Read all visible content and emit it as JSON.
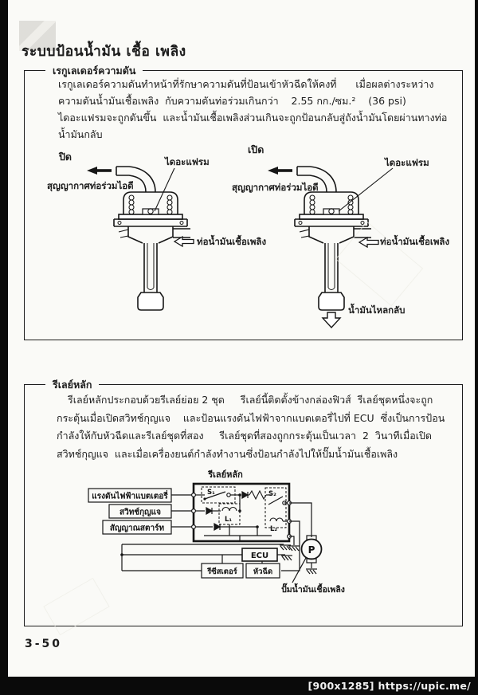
{
  "page": {
    "title": "ระบบป้อนน้ำมัน เชื้อ เพลิง",
    "page_number": "3-50",
    "watermark": "[900x1285] https://upic.me/"
  },
  "colors": {
    "paper": "#fafaf7",
    "ink": "#1c1c1c",
    "bar": "#0a0a0a"
  },
  "regulator_section": {
    "heading": "เรกูเลเดอร์ความดัน",
    "paragraph_lines": [
      "เรกูเลเดอร์ความดันทำหน้าที่รักษาความดันที่ป้อนเข้าหัวฉีดให้คงที่      เมื่อผลต่างระหว่าง",
      "ความดันน้ำมันเชื้อเพลิง  กับความดันท่อร่วมเกินกว่า    2.55 กก./ซม.²    (36 psi)",
      "ไดอะแฟรมจะถูกดันขึ้น  และน้ำมันเชื้อเพลิงส่วนเกินจะถูกป้อนกลับสู่ถังน้ำมันโดยผ่านทางท่อ",
      "น้ำมันกลับ"
    ],
    "label_closed": "ปิด",
    "label_open": "เปิด",
    "diagram": {
      "diaphragm": "ไดอะแฟรม",
      "vacuum": "สุญญากาศท่อร่วมไอดี",
      "fuel_pipe": "ท่อน้ำมันเชื้อเพลิง",
      "fuel_return": "น้ำมันไหลกลับ"
    }
  },
  "relay_section": {
    "heading": "รีเลย์หลัก",
    "paragraph_lines": [
      "รีเลย์หลักประกอบด้วยรีเลย์ย่อย 2 ชุด     รีเลย์นี้ติดตั้งข้างกล่องฟิวส์  รีเลย์ชุดหนึ่งจะถูก",
      "กระตุ้นเมื่อเปิดสวิทช์กุญแจ    และป้อนแรงดันไฟฟ้าจากแบตเตอรี่ไปที่ ECU  ซึ่งเป็นการป้อน",
      "กำลังให้กับหัวฉีดและรีเลย์ชุดที่สอง     รีเลย์ชุดที่สองถูกกระตุ้นเป็นเวลา  2  วินาทีเมื่อเปิด",
      "สวิทช์กุญแจ  และเมื่อเครื่องยนต์กำลังทำงานซึ่งป้อนกำลังไปให้ปั๊มน้ำมันเชื้อเพลิง"
    ],
    "circuit": {
      "title": "รีเลย์หลัก",
      "inputs": [
        "แรงดันไฟฟ้าแบตเตอรี่",
        "สวิทช์กุญแจ",
        "สัญญาณสตาร์ท"
      ],
      "s1": "S₁",
      "l1": "L₁",
      "s2": "S₂",
      "l2": "L₂",
      "ecu": "ECU",
      "resistor": "รีซีสเตอร์",
      "injector": "หัวฉีด",
      "pump": "P",
      "pump_label": "ปั๊มน้ำมันเชื้อเพลิง"
    }
  }
}
